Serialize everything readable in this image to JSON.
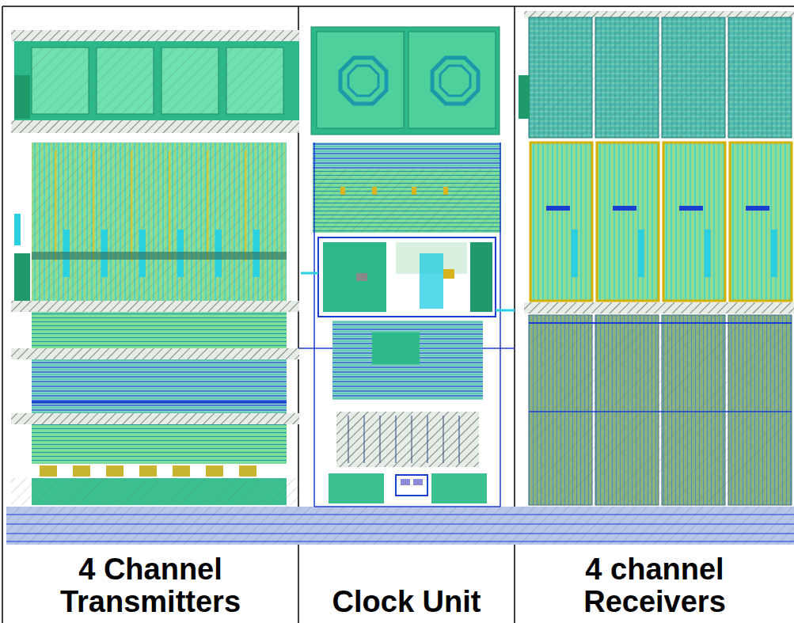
{
  "diagram": {
    "nodes": [
      {
        "text": [
          "4 Channel Transmitters"
        ]
      },
      {
        "text": [
          "Clock Unit"
        ]
      },
      {
        "text": [
          "4 channel Receivers"
        ]
      }
    ]
  }
}
